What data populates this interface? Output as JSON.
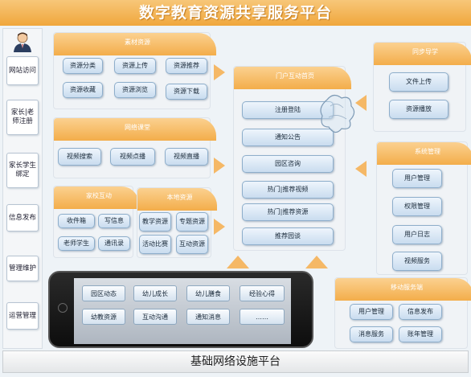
{
  "title": "数字教育资源共享服务平台",
  "sidebar": {
    "items": [
      "网站访问",
      "家长|老师注册",
      "家长学生绑定",
      "信息发布",
      "管理维护",
      "运营管理"
    ]
  },
  "resources": {
    "header": "素材资源",
    "buttons": [
      "资源分类",
      "资源上传",
      "资源推荐",
      "资源收藏",
      "资源浏览",
      "资源下载"
    ]
  },
  "video": {
    "header": "网络课堂",
    "buttons": [
      "视频搜索",
      "视频点播",
      "视频直播"
    ]
  },
  "home_school": {
    "header": "家校互动",
    "buttons": [
      "收件箱",
      "写信息",
      "老师学生",
      "通讯录"
    ]
  },
  "local": {
    "header": "本地资源",
    "buttons": [
      "教学资源",
      "专题资源",
      "活动比赛",
      "互动资源"
    ]
  },
  "portal": {
    "header": "门户互动首页",
    "buttons": [
      "注册登陆",
      "通知公告",
      "园区咨询",
      "热门|推荐视频",
      "热门|推荐资源",
      "推荐园谈"
    ]
  },
  "sync": {
    "header": "同步导学",
    "buttons": [
      "文件上传",
      "资源播放"
    ]
  },
  "system": {
    "header": "系统管理",
    "buttons": [
      "用户管理",
      "权限管理",
      "用户日志",
      "视频服务"
    ]
  },
  "mobile": {
    "header": "移动服务端",
    "buttons": [
      "用户管理",
      "信息发布",
      "消息服务",
      "账年管理"
    ]
  },
  "phone": {
    "buttons": [
      "园区动态",
      "幼儿成长",
      "幼儿膳食",
      "经验心得",
      "幼教资源",
      "互动沟通",
      "通知消息",
      "……"
    ]
  },
  "footer": "基础网络设施平台"
}
